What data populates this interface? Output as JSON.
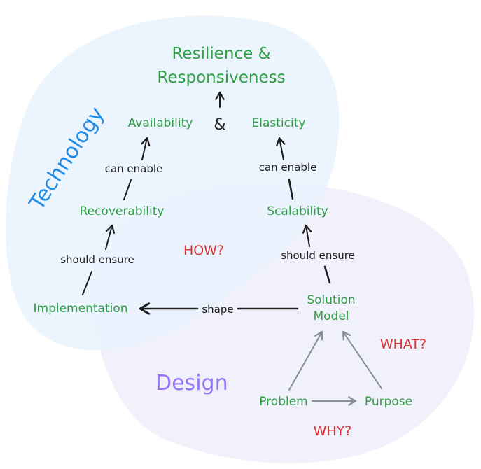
{
  "regions": {
    "technology": {
      "label": "Technology",
      "fill": "#e7f3fd",
      "text_color": "#228be6"
    },
    "design": {
      "label": "Design",
      "fill": "#efeefb",
      "text_color": "#9775fa"
    }
  },
  "nodes": {
    "resilience_line1": "Resilience &",
    "resilience_line2": "Responsiveness",
    "ampersand": "&",
    "availability": "Availability",
    "elasticity": "Elasticity",
    "recoverability": "Recoverability",
    "scalability": "Scalability",
    "implementation": "Implementation",
    "solution_model_line1": "Solution",
    "solution_model_line2": "Model",
    "problem": "Problem",
    "purpose": "Purpose"
  },
  "edge_labels": {
    "can_enable_left": "can enable",
    "can_enable_right": "can enable",
    "should_ensure_left": "should ensure",
    "should_ensure_right": "should ensure",
    "shape": "shape"
  },
  "questions": {
    "how": "HOW?",
    "what": "WHAT?",
    "why": "WHY?"
  },
  "colors": {
    "node_text": "#2f9e44",
    "label_text": "#1e1e1e",
    "question_text": "#e03131",
    "design_arrows": "#868e96"
  }
}
